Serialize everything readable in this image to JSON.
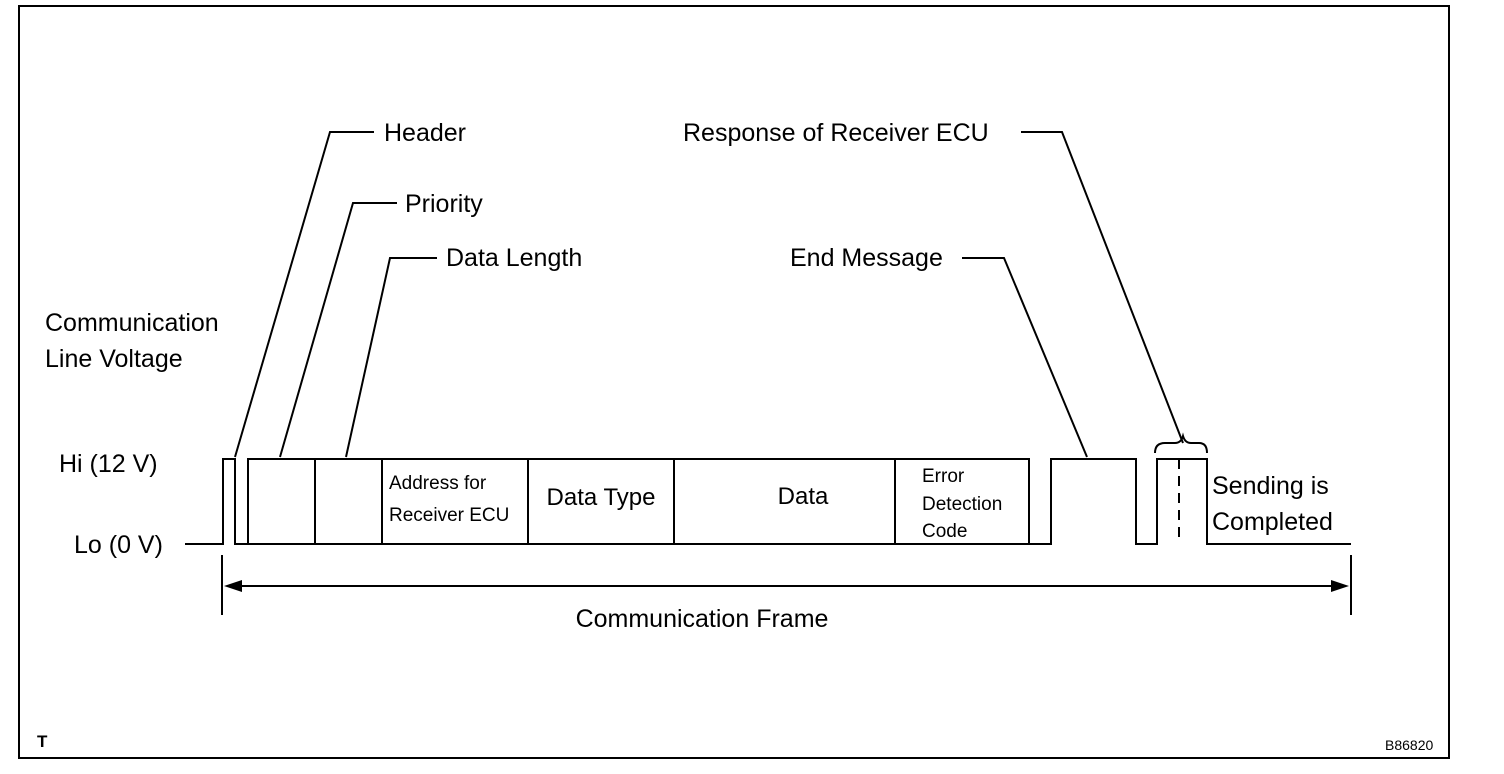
{
  "axis_label": [
    "Communication",
    "Line Voltage"
  ],
  "hi_label": "Hi (12 V)",
  "lo_label": "Lo (0 V)",
  "callouts": {
    "header": "Header",
    "priority": "Priority",
    "data_length": "Data Length",
    "response": "Response of Receiver ECU",
    "end_message": "End Message"
  },
  "cells": {
    "address": [
      "Address for",
      "Receiver ECU"
    ],
    "data_type": "Data Type",
    "data": "Data",
    "error_code": [
      "Error",
      "Detection",
      "Code"
    ]
  },
  "sending": [
    "Sending is",
    "Completed"
  ],
  "frame_label": "Communication Frame",
  "corner_left": "T",
  "corner_right": "B86820",
  "colors": {
    "line": "#000000",
    "background": "#ffffff"
  }
}
